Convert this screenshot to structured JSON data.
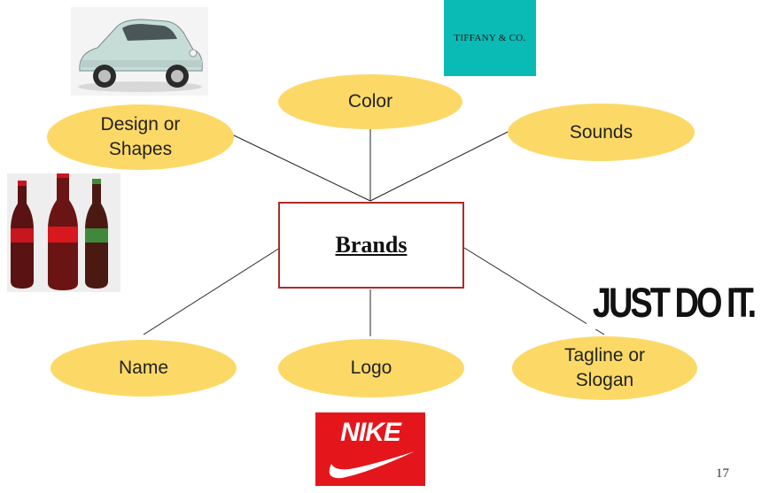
{
  "diagram": {
    "center_label": "Brands",
    "nodes": [
      {
        "id": "color",
        "label": "Color"
      },
      {
        "id": "design",
        "label": "Design or\nShapes"
      },
      {
        "id": "sounds",
        "label": "Sounds"
      },
      {
        "id": "name",
        "label": "Name"
      },
      {
        "id": "logo",
        "label": "Logo"
      },
      {
        "id": "tagline",
        "label": "Tagline or\nSlogan"
      }
    ]
  },
  "images": {
    "car": "car-photo",
    "coke": "coca-cola-bottles-photo",
    "tiffany_text": "TIFFANY & CO.",
    "justdoit_text": "JUST DO IT.",
    "nike_text": "NIKE"
  },
  "colors": {
    "oval_fill": "#fcd967",
    "box_border": "#b02a2a",
    "tiffany_blue": "#0abab5",
    "nike_red": "#e4161c"
  },
  "page_number": "17"
}
